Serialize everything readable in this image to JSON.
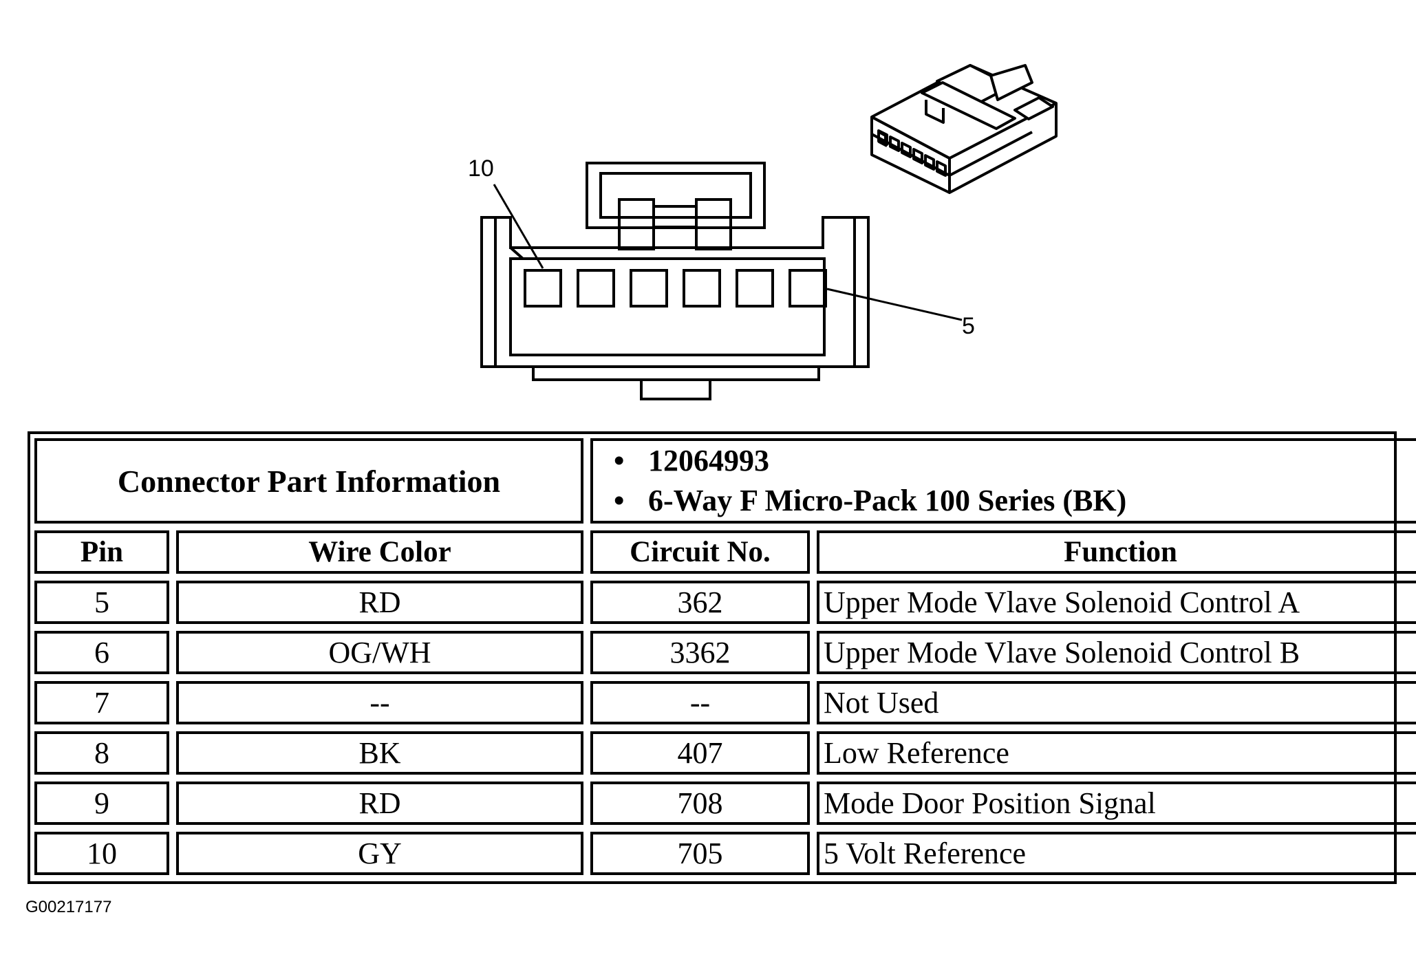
{
  "diagram": {
    "callouts": [
      "10",
      "5"
    ]
  },
  "table": {
    "connector_info_label": "Connector Part Information",
    "part_info": [
      "12064993",
      "6-Way F Micro-Pack 100 Series (BK)"
    ],
    "headers": [
      "Pin",
      "Wire Color",
      "Circuit No.",
      "Function"
    ],
    "rows": [
      {
        "pin": "5",
        "color": "RD",
        "circuit": "362",
        "function": "Upper Mode Vlave Solenoid Control A"
      },
      {
        "pin": "6",
        "color": "OG/WH",
        "circuit": "3362",
        "function": "Upper Mode Vlave Solenoid Control B"
      },
      {
        "pin": "7",
        "color": "--",
        "circuit": "--",
        "function": "Not Used"
      },
      {
        "pin": "8",
        "color": "BK",
        "circuit": "407",
        "function": "Low Reference"
      },
      {
        "pin": "9",
        "color": "RD",
        "circuit": "708",
        "function": "Mode Door Position Signal"
      },
      {
        "pin": "10",
        "color": "GY",
        "circuit": "705",
        "function": "5 Volt Reference"
      }
    ]
  },
  "figure_id": "G00217177"
}
